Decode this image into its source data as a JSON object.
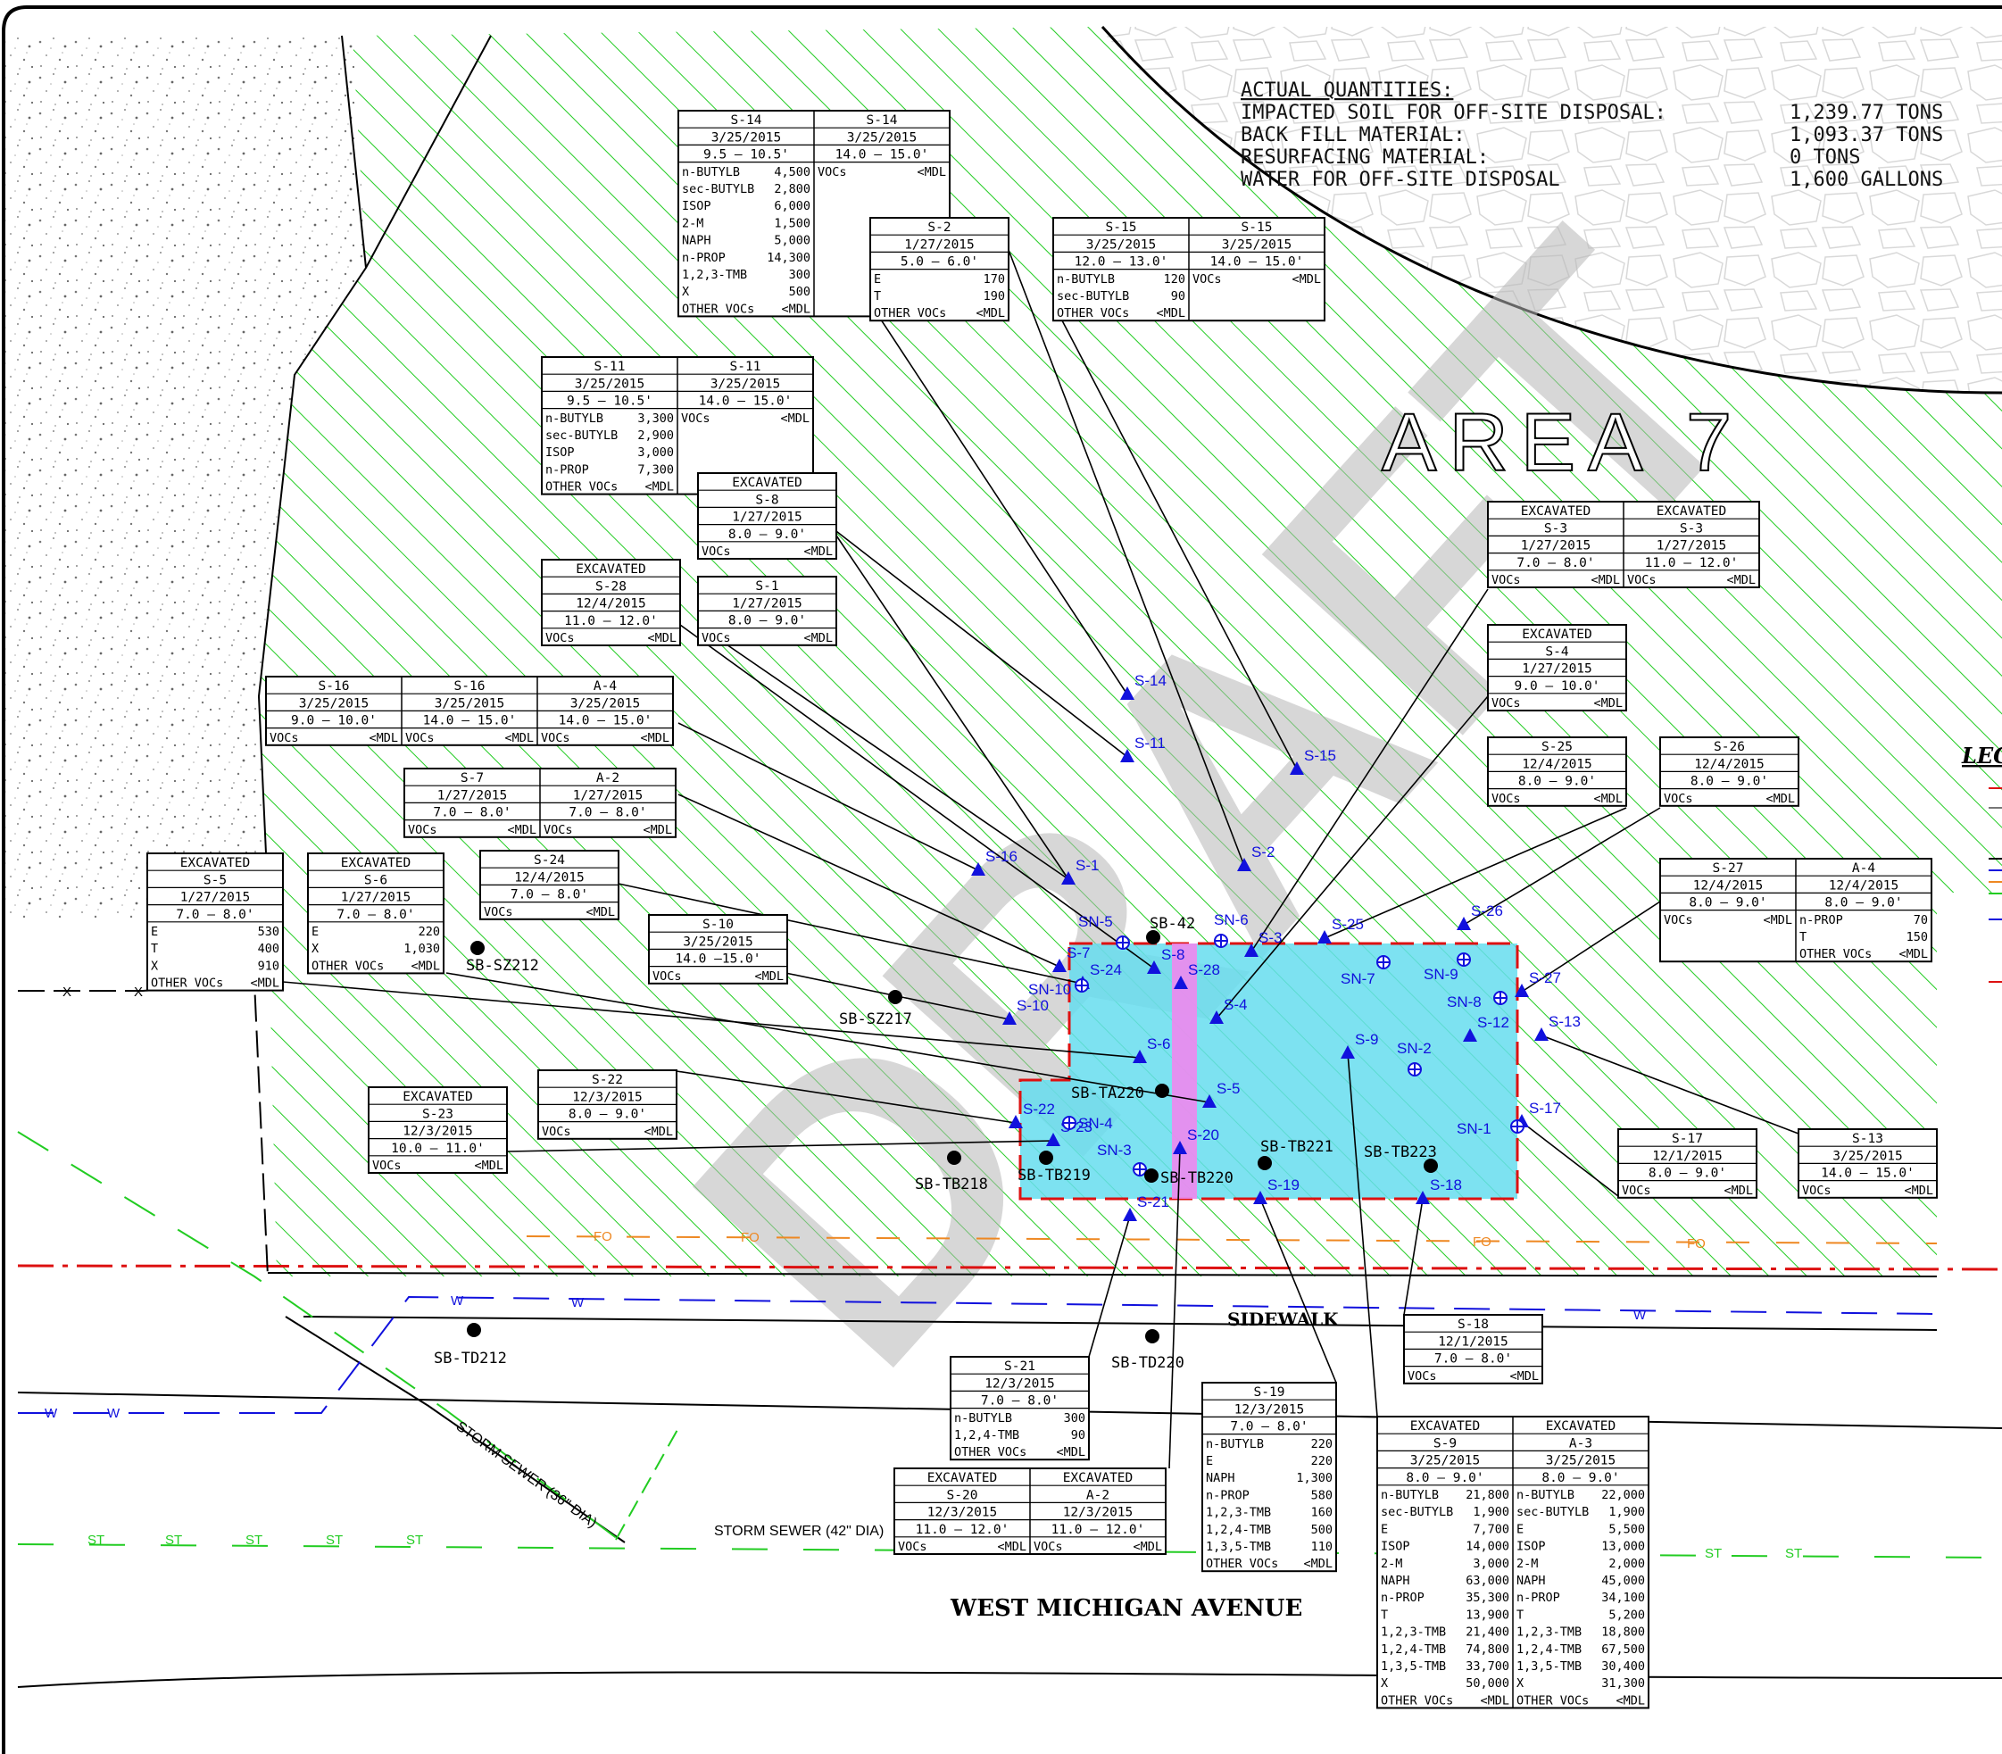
{
  "quantities": {
    "title": "ACTUAL QUANTITIES:",
    "rows": [
      {
        "label": "IMPACTED SOIL FOR OFF-SITE DISPOSAL:",
        "value": "1,239.77 TONS"
      },
      {
        "label": "BACK FILL MATERIAL:",
        "value": "1,093.37 TONS"
      },
      {
        "label": "RESURFACING MATERIAL:",
        "value": "0 TONS"
      },
      {
        "label": "WATER FOR OFF-SITE DISPOSAL",
        "value": "1,600 GALLONS"
      }
    ]
  },
  "area_label": "AREA 7",
  "watermark": "DRAFT",
  "legend_title": "LEG",
  "road_labels": {
    "sidewalk": "SIDEWALK",
    "street": "WEST MICHIGAN AVENUE",
    "storm36": "STORM SEWER (36\" DIA)",
    "storm42": "STORM SEWER (42\" DIA)"
  },
  "utility_codes": {
    "st": "ST",
    "w": "W",
    "fo": "FO",
    "x": "X"
  },
  "tables": [
    {
      "id": "t-s14",
      "cols": [
        {
          "hdr": [
            "S-14",
            "3/25/2015",
            "9.5 – 10.5'"
          ],
          "rows": [
            [
              "n-BUTYLB",
              "4,500"
            ],
            [
              "sec-BUTYLB",
              "2,800"
            ],
            [
              "ISOP",
              "6,000"
            ],
            [
              "2-M",
              "1,500"
            ],
            [
              "NAPH",
              "5,000"
            ],
            [
              "n-PROP",
              "14,300"
            ],
            [
              "1,2,3-TMB",
              "300"
            ],
            [
              "X",
              "500"
            ],
            [
              "OTHER VOCs",
              "<MDL"
            ]
          ]
        },
        {
          "hdr": [
            "S-14",
            "3/25/2015",
            "14.0 – 15.0'"
          ],
          "rows": [
            [
              "VOCs",
              "<MDL"
            ]
          ]
        }
      ]
    },
    {
      "id": "t-s2",
      "cols": [
        {
          "hdr": [
            "S-2",
            "1/27/2015",
            "5.0 – 6.0'"
          ],
          "rows": [
            [
              "E",
              "170"
            ],
            [
              "T",
              "190"
            ],
            [
              "OTHER VOCs",
              "<MDL"
            ]
          ]
        }
      ]
    },
    {
      "id": "t-s15",
      "cols": [
        {
          "hdr": [
            "S-15",
            "3/25/2015",
            "12.0 – 13.0'"
          ],
          "rows": [
            [
              "n-BUTYLB",
              "120"
            ],
            [
              "sec-BUTYLB",
              "90"
            ],
            [
              "OTHER VOCs",
              "<MDL"
            ]
          ]
        },
        {
          "hdr": [
            "S-15",
            "3/25/2015",
            "14.0 – 15.0'"
          ],
          "rows": [
            [
              "VOCs",
              "<MDL"
            ]
          ]
        }
      ]
    },
    {
      "id": "t-s11",
      "cols": [
        {
          "hdr": [
            "S-11",
            "3/25/2015",
            "9.5 – 10.5'"
          ],
          "rows": [
            [
              "n-BUTYLB",
              "3,300"
            ],
            [
              "sec-BUTYLB",
              "2,900"
            ],
            [
              "ISOP",
              "3,000"
            ],
            [
              "n-PROP",
              "7,300"
            ],
            [
              "OTHER VOCs",
              "<MDL"
            ]
          ]
        },
        {
          "hdr": [
            "S-11",
            "3/25/2015",
            "14.0 – 15.0'"
          ],
          "rows": [
            [
              "VOCs",
              "<MDL"
            ]
          ]
        }
      ]
    },
    {
      "id": "t-s8",
      "cols": [
        {
          "hdr": [
            "EXCAVATED",
            "S-8",
            "1/27/2015",
            "8.0 – 9.0'"
          ],
          "rows": [
            [
              "VOCs",
              "<MDL"
            ]
          ]
        }
      ]
    },
    {
      "id": "t-s28",
      "cols": [
        {
          "hdr": [
            "EXCAVATED",
            "S-28",
            "12/4/2015",
            "11.0 – 12.0'"
          ],
          "rows": [
            [
              "VOCs",
              "<MDL"
            ]
          ]
        }
      ]
    },
    {
      "id": "t-s1",
      "cols": [
        {
          "hdr": [
            "S-1",
            "1/27/2015",
            "8.0 – 9.0'"
          ],
          "rows": [
            [
              "VOCs",
              "<MDL"
            ]
          ]
        }
      ]
    },
    {
      "id": "t-s16",
      "cols": [
        {
          "hdr": [
            "S-16",
            "3/25/2015",
            "9.0 – 10.0'"
          ],
          "rows": [
            [
              "VOCs",
              "<MDL"
            ]
          ]
        },
        {
          "hdr": [
            "S-16",
            "3/25/2015",
            "14.0 – 15.0'"
          ],
          "rows": [
            [
              "VOCs",
              "<MDL"
            ]
          ]
        },
        {
          "hdr": [
            "A-4",
            "3/25/2015",
            "14.0 – 15.0'"
          ],
          "rows": [
            [
              "VOCs",
              "<MDL"
            ]
          ]
        }
      ]
    },
    {
      "id": "t-s7",
      "cols": [
        {
          "hdr": [
            "S-7",
            "1/27/2015",
            "7.0 – 8.0'"
          ],
          "rows": [
            [
              "VOCs",
              "<MDL"
            ]
          ]
        },
        {
          "hdr": [
            "A-2",
            "1/27/2015",
            "7.0 – 8.0'"
          ],
          "rows": [
            [
              "VOCs",
              "<MDL"
            ]
          ]
        }
      ]
    },
    {
      "id": "t-s5",
      "cols": [
        {
          "hdr": [
            "EXCAVATED",
            "S-5",
            "1/27/2015",
            "7.0 – 8.0'"
          ],
          "rows": [
            [
              "E",
              "530"
            ],
            [
              "T",
              "400"
            ],
            [
              "X",
              "910"
            ],
            [
              "OTHER VOCs",
              "<MDL"
            ]
          ]
        }
      ]
    },
    {
      "id": "t-s6",
      "cols": [
        {
          "hdr": [
            "EXCAVATED",
            "S-6",
            "1/27/2015",
            "7.0 – 8.0'"
          ],
          "rows": [
            [
              "E",
              "220"
            ],
            [
              "X",
              "1,030"
            ],
            [
              "OTHER VOCs",
              "<MDL"
            ]
          ]
        }
      ]
    },
    {
      "id": "t-s24",
      "cols": [
        {
          "hdr": [
            "S-24",
            "12/4/2015",
            "7.0 – 8.0'"
          ],
          "rows": [
            [
              "VOCs",
              "<MDL"
            ]
          ]
        }
      ]
    },
    {
      "id": "t-s10",
      "cols": [
        {
          "hdr": [
            "S-10",
            "3/25/2015",
            "14.0 –15.0'"
          ],
          "rows": [
            [
              "VOCs",
              "<MDL"
            ]
          ]
        }
      ]
    },
    {
      "id": "t-s3",
      "cols": [
        {
          "hdr": [
            "EXCAVATED",
            "S-3",
            "1/27/2015",
            "7.0 – 8.0'"
          ],
          "rows": [
            [
              "VOCs",
              "<MDL"
            ]
          ]
        },
        {
          "hdr": [
            "EXCAVATED",
            "S-3",
            "1/27/2015",
            "11.0 – 12.0'"
          ],
          "rows": [
            [
              "VOCs",
              "<MDL"
            ]
          ]
        }
      ]
    },
    {
      "id": "t-s4",
      "cols": [
        {
          "hdr": [
            "EXCAVATED",
            "S-4",
            "1/27/2015",
            "9.0 – 10.0'"
          ],
          "rows": [
            [
              "VOCs",
              "<MDL"
            ]
          ]
        }
      ]
    },
    {
      "id": "t-s25",
      "cols": [
        {
          "hdr": [
            "S-25",
            "12/4/2015",
            "8.0 – 9.0'"
          ],
          "rows": [
            [
              "VOCs",
              "<MDL"
            ]
          ]
        }
      ]
    },
    {
      "id": "t-s26",
      "cols": [
        {
          "hdr": [
            "S-26",
            "12/4/2015",
            "8.0 – 9.0'"
          ],
          "rows": [
            [
              "VOCs",
              "<MDL"
            ]
          ]
        }
      ]
    },
    {
      "id": "t-s27",
      "cols": [
        {
          "hdr": [
            "S-27",
            "12/4/2015",
            "8.0 – 9.0'"
          ],
          "rows": [
            [
              "VOCs",
              "<MDL"
            ]
          ]
        },
        {
          "hdr": [
            "A-4",
            "12/4/2015",
            "8.0 – 9.0'"
          ],
          "rows": [
            [
              "n-PROP",
              "70"
            ],
            [
              "T",
              "150"
            ],
            [
              "OTHER VOCs",
              "<MDL"
            ]
          ]
        }
      ]
    },
    {
      "id": "t-s22",
      "cols": [
        {
          "hdr": [
            "S-22",
            "12/3/2015",
            "8.0 – 9.0'"
          ],
          "rows": [
            [
              "VOCs",
              "<MDL"
            ]
          ]
        }
      ]
    },
    {
      "id": "t-s23",
      "cols": [
        {
          "hdr": [
            "EXCAVATED",
            "S-23",
            "12/3/2015",
            "10.0 – 11.0'"
          ],
          "rows": [
            [
              "VOCs",
              "<MDL"
            ]
          ]
        }
      ]
    },
    {
      "id": "t-s17",
      "cols": [
        {
          "hdr": [
            "S-17",
            "12/1/2015",
            "8.0 – 9.0'"
          ],
          "rows": [
            [
              "VOCs",
              "<MDL"
            ]
          ]
        }
      ]
    },
    {
      "id": "t-s13",
      "cols": [
        {
          "hdr": [
            "S-13",
            "3/25/2015",
            "14.0 – 15.0'"
          ],
          "rows": [
            [
              "VOCs",
              "<MDL"
            ]
          ]
        }
      ]
    },
    {
      "id": "t-s18",
      "cols": [
        {
          "hdr": [
            "S-18",
            "12/1/2015",
            "7.0 – 8.0'"
          ],
          "rows": [
            [
              "VOCs",
              "<MDL"
            ]
          ]
        }
      ]
    },
    {
      "id": "t-s21",
      "cols": [
        {
          "hdr": [
            "S-21",
            "12/3/2015",
            "7.0 – 8.0'"
          ],
          "rows": [
            [
              "n-BUTYLB",
              "300"
            ],
            [
              "1,2,4-TMB",
              "90"
            ],
            [
              "OTHER VOCs",
              "<MDL"
            ]
          ]
        }
      ]
    },
    {
      "id": "t-s19",
      "cols": [
        {
          "hdr": [
            "S-19",
            "12/3/2015",
            "7.0 – 8.0'"
          ],
          "rows": [
            [
              "n-BUTYLB",
              "220"
            ],
            [
              "E",
              "220"
            ],
            [
              "NAPH",
              "1,300"
            ],
            [
              "n-PROP",
              "580"
            ],
            [
              "1,2,3-TMB",
              "160"
            ],
            [
              "1,2,4-TMB",
              "500"
            ],
            [
              "1,3,5-TMB",
              "110"
            ],
            [
              "OTHER VOCs",
              "<MDL"
            ]
          ]
        }
      ]
    },
    {
      "id": "t-s20",
      "cols": [
        {
          "hdr": [
            "EXCAVATED",
            "S-20",
            "12/3/2015",
            "11.0 – 12.0'"
          ],
          "rows": [
            [
              "VOCs",
              "<MDL"
            ]
          ]
        },
        {
          "hdr": [
            "EXCAVATED",
            "A-2",
            "12/3/2015",
            "11.0 – 12.0'"
          ],
          "rows": [
            [
              "VOCs",
              "<MDL"
            ]
          ]
        }
      ]
    },
    {
      "id": "t-s9",
      "cols": [
        {
          "hdr": [
            "EXCAVATED",
            "S-9",
            "3/25/2015",
            "8.0 – 9.0'"
          ],
          "rows": [
            [
              "n-BUTYLB",
              "21,800"
            ],
            [
              "sec-BUTYLB",
              "1,900"
            ],
            [
              "E",
              "7,700"
            ],
            [
              "ISOP",
              "14,000"
            ],
            [
              "2-M",
              "3,000"
            ],
            [
              "NAPH",
              "63,000"
            ],
            [
              "n-PROP",
              "35,300"
            ],
            [
              "T",
              "13,900"
            ],
            [
              "1,2,3-TMB",
              "21,400"
            ],
            [
              "1,2,4-TMB",
              "74,800"
            ],
            [
              "1,3,5-TMB",
              "33,700"
            ],
            [
              "X",
              "50,000"
            ],
            [
              "OTHER VOCs",
              "<MDL"
            ]
          ]
        },
        {
          "hdr": [
            "EXCAVATED",
            "A-3",
            "3/25/2015",
            "8.0 – 9.0'"
          ],
          "rows": [
            [
              "n-BUTYLB",
              "22,000"
            ],
            [
              "sec-BUTYLB",
              "1,900"
            ],
            [
              "E",
              "5,500"
            ],
            [
              "ISOP",
              "13,000"
            ],
            [
              "2-M",
              "2,000"
            ],
            [
              "NAPH",
              "45,000"
            ],
            [
              "n-PROP",
              "34,100"
            ],
            [
              "T",
              "5,200"
            ],
            [
              "1,2,3-TMB",
              "18,800"
            ],
            [
              "1,2,4-TMB",
              "67,500"
            ],
            [
              "1,3,5-TMB",
              "30,400"
            ],
            [
              "X",
              "31,300"
            ],
            [
              "OTHER VOCs",
              "<MDL"
            ]
          ]
        }
      ]
    }
  ],
  "samples": [
    {
      "id": "S-14",
      "label": "S-14"
    },
    {
      "id": "S-11",
      "label": "S-11"
    },
    {
      "id": "S-15",
      "label": "S-15"
    },
    {
      "id": "S-16",
      "label": "S-16"
    },
    {
      "id": "S-1",
      "label": "S-1"
    },
    {
      "id": "S-2",
      "label": "S-2"
    },
    {
      "id": "S-7",
      "label": "S-7"
    },
    {
      "id": "S-8",
      "label": "S-8"
    },
    {
      "id": "S-28",
      "label": "S-28"
    },
    {
      "id": "S-3",
      "label": "S-3"
    },
    {
      "id": "S-25",
      "label": "S-25"
    },
    {
      "id": "S-26",
      "label": "S-26"
    },
    {
      "id": "S-24",
      "label": "S-24"
    },
    {
      "id": "S-4",
      "label": "S-4"
    },
    {
      "id": "S-27",
      "label": "S-27"
    },
    {
      "id": "S-10",
      "label": "S-10"
    },
    {
      "id": "S-12",
      "label": "S-12"
    },
    {
      "id": "S-13",
      "label": "S-13"
    },
    {
      "id": "S-9",
      "label": "S-9"
    },
    {
      "id": "S-6",
      "label": "S-6"
    },
    {
      "id": "S-5",
      "label": "S-5"
    },
    {
      "id": "S-22",
      "label": "S-22"
    },
    {
      "id": "S-23",
      "label": "S-23"
    },
    {
      "id": "S-17",
      "label": "S-17"
    },
    {
      "id": "S-20",
      "label": "S-20"
    },
    {
      "id": "S-19",
      "label": "S-19"
    },
    {
      "id": "S-18",
      "label": "S-18"
    },
    {
      "id": "S-21",
      "label": "S-21"
    }
  ],
  "sn_points": [
    {
      "label": "SN-5"
    },
    {
      "label": "SN-6"
    },
    {
      "label": "SN-7"
    },
    {
      "label": "SN-9"
    },
    {
      "label": "SN-10"
    },
    {
      "label": "SN-8"
    },
    {
      "label": "SN-2"
    },
    {
      "label": "SN-4"
    },
    {
      "label": "SN-1"
    },
    {
      "label": "SN-3"
    }
  ],
  "borings": [
    {
      "label": "SB-42"
    },
    {
      "label": "SB-SZ212"
    },
    {
      "label": "SB-SZ217"
    },
    {
      "label": "SB-TA220"
    },
    {
      "label": "SB-TB218"
    },
    {
      "label": "SB-TB219"
    },
    {
      "label": "SB-TB220"
    },
    {
      "label": "SB-TB221"
    },
    {
      "label": "SB-TB223"
    },
    {
      "label": "SB-TD212"
    },
    {
      "label": "SB-TD220"
    }
  ],
  "colors": {
    "hatch": "#22cc22",
    "excavation": "#66ddee",
    "pink": "#ee88ee",
    "sample": "#1111dd",
    "boundary": "#dd1111",
    "fiber": "#ee8822",
    "water": "#1111dd",
    "sewer": "#22cc22"
  }
}
